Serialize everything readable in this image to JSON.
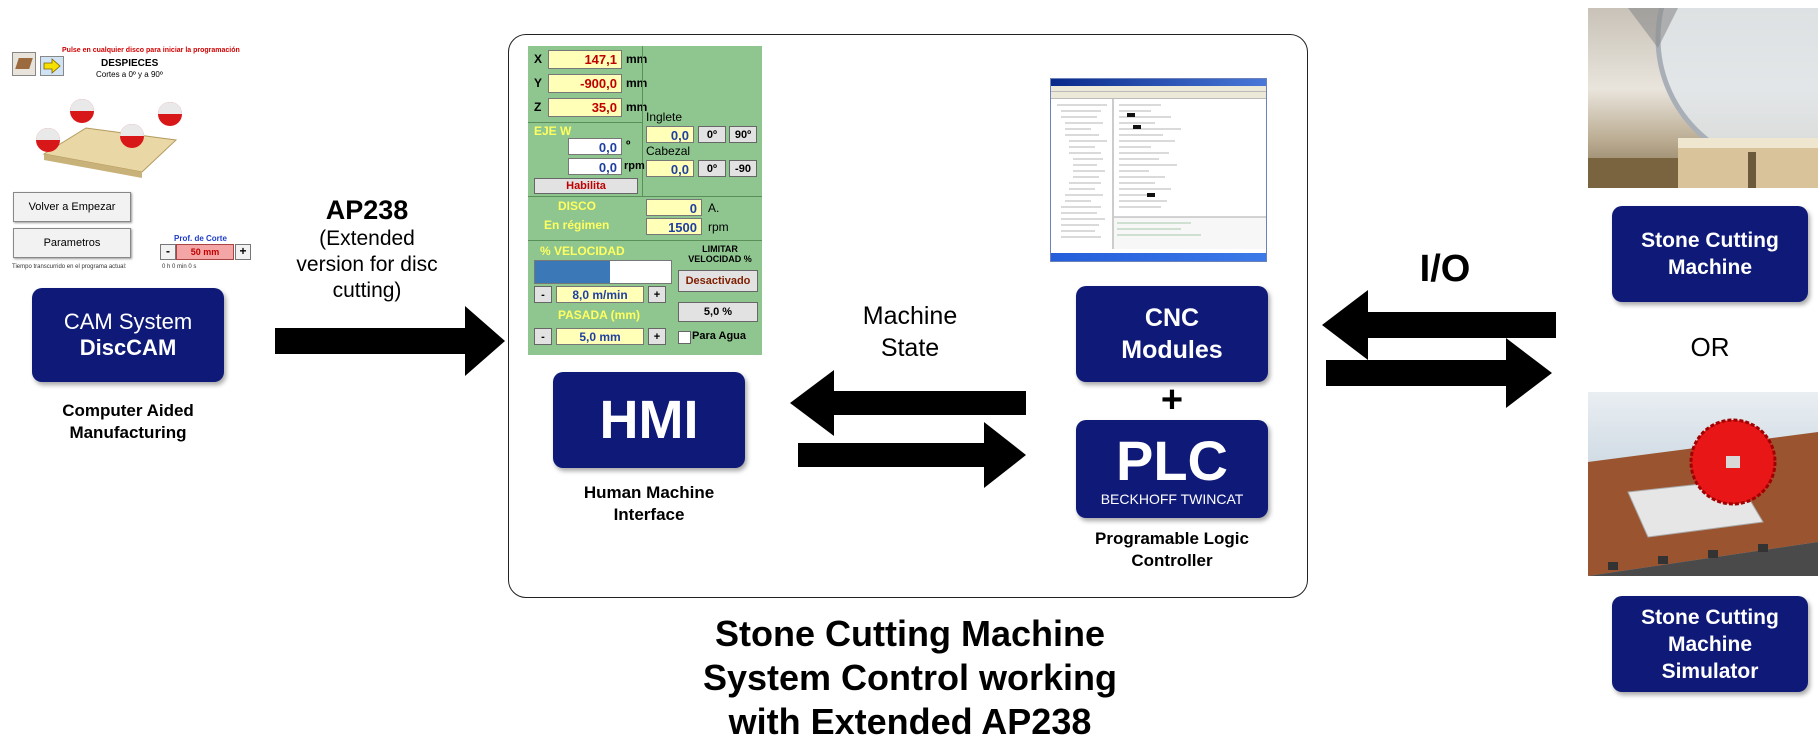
{
  "cam": {
    "instruction": "Pulse en cualquier disco para iniciar la programación",
    "title": "DESPIECES",
    "subtitle": "Cortes a 0º y a 90º",
    "restart_button": "Volver a Empezar",
    "params_button": "Parametros",
    "depth_label": "Prof. de Corte",
    "depth_value": "50 mm",
    "minus": "-",
    "plus": "+",
    "time_label": "Tiempo transcurrido en el programa actual:",
    "time_value": "0 h 0 min 0 s",
    "box_line1": "CAM System",
    "box_line2": "DiscCAM",
    "caption_line1": "Computer Aided",
    "caption_line2": "Manufacturing"
  },
  "ap238": {
    "title": "AP238",
    "line1": "(Extended",
    "line2": "version for disc",
    "line3": "cutting)"
  },
  "hmi_screen": {
    "x_label": "X",
    "x_value": "147,1",
    "x_unit": "mm",
    "y_label": "Y",
    "y_value": "-900,0",
    "y_unit": "mm",
    "z_label": "Z",
    "z_value": "35,0",
    "z_unit": "mm",
    "ejew_label": "EJE W",
    "ejew_deg": "0,0",
    "ejew_deg_unit": "º",
    "ejew_rpm": "0,0",
    "ejew_rpm_unit": "rpm",
    "habilita": "Habilita",
    "inglete_label": "Inglete",
    "inglete_value": "0,0",
    "inglete_b1": "0º",
    "inglete_b2": "90º",
    "cabezal_label": "Cabezal",
    "cabezal_value": "0,0",
    "cabezal_b1": "0º",
    "cabezal_b2": "-90",
    "disco_label": "DISCO",
    "disco_value": "0",
    "disco_unit": "A.",
    "regimen_label": "En régimen",
    "regimen_value": "1500",
    "regimen_unit": "rpm",
    "velocidad_label": "% VELOCIDAD",
    "velocidad_value": "8,0 m/min",
    "limitar_label1": "LIMITAR",
    "limitar_label2": "VELOCIDAD %",
    "desactivado": "Desactivado",
    "pct_value": "5,0 %",
    "pasada_label": "PASADA (mm)",
    "pasada_value": "5,0 mm",
    "para_agua": "Para Agua",
    "minus": "-",
    "plus": "+"
  },
  "hmi_box": {
    "label": "HMI",
    "caption_line1": "Human Machine",
    "caption_line2": "Interface"
  },
  "machine_state": {
    "line1": "Machine",
    "line2": "State"
  },
  "cnc_box": {
    "line1": "CNC",
    "line2": "Modules"
  },
  "plus_sign": "+",
  "plc_box": {
    "label": "PLC",
    "sub": "BECKHOFF TWINCAT",
    "caption_line1": "Programable Logic",
    "caption_line2": "Controller"
  },
  "io_label": "I/O",
  "right": {
    "top_box_line1": "Stone Cutting",
    "top_box_line2": "Machine",
    "or_label": "OR",
    "bottom_box_line1": "Stone Cutting",
    "bottom_box_line2": "Machine",
    "bottom_box_line3": "Simulator"
  },
  "main_title": {
    "line1": "Stone Cutting Machine",
    "line2": "System Control working",
    "line3": "with Extended AP238"
  },
  "colors": {
    "navy": "#0f1a78",
    "hmi_green": "#8fc690",
    "yellow_field": "#ffffb8",
    "disc_red": "#e02020"
  }
}
